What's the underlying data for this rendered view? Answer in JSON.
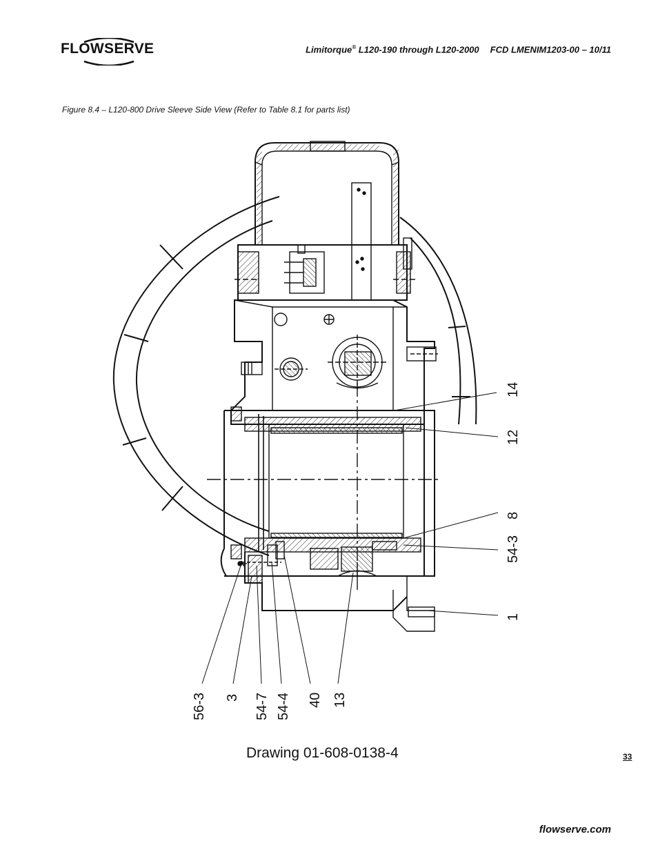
{
  "brand": {
    "logo_text": "FLOWSERVE"
  },
  "header": {
    "product": "Limitorque",
    "registered_mark": "®",
    "model_range": " L120-190 through L120-2000",
    "doc_code": "FCD LMENIM1203-00 – 10/11"
  },
  "figure": {
    "caption": "Figure 8.4 – L120-800 Drive Sleeve Side View (Refer to Table 8.1 for parts list)",
    "drawing_number": "Drawing 01-608-0138-4",
    "callouts_right": [
      "14",
      "12",
      "8",
      "54-3",
      "1"
    ],
    "callouts_bottom": [
      "56-3",
      "3",
      "54-7",
      "54-4",
      "40",
      "13"
    ]
  },
  "page": {
    "number": "33",
    "footer_url": "flowserve.com"
  }
}
